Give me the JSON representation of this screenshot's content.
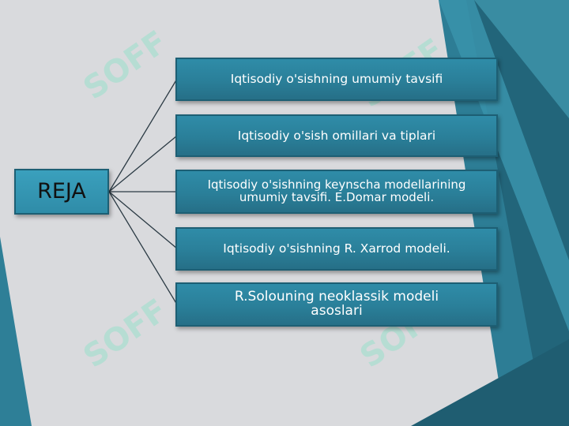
{
  "center": {
    "label": "REJA"
  },
  "items": [
    {
      "label": "Iqtisodiy o'sishning umumiy tavsifi"
    },
    {
      "label": "Iqtisodiy o'sish omillari va tiplari"
    },
    {
      "label": "Iqtisodiy o'sishning keynscha modellarining\numumiy tavsifi. E.Domar modeli."
    },
    {
      "label": "Iqtisodiy o'sishning R. Xarrod modeli."
    },
    {
      "label": "R.Solouning  neoklassik  modeli\nasoslari"
    }
  ],
  "watermark": {
    "text": "SOFF"
  },
  "colors": {
    "background": "#d9dadd",
    "accent": "#2a7f99",
    "accent_dark": "#1d5f74",
    "text": "#ffffff"
  }
}
